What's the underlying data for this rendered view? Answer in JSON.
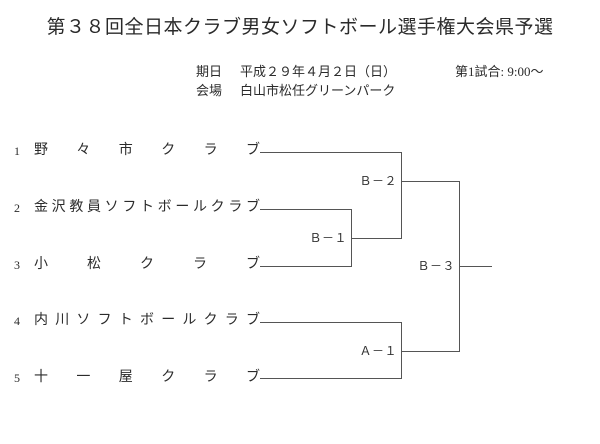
{
  "document": {
    "title": "第３８回全日本クラブ男女ソフトボール選手権大会県予選"
  },
  "header": {
    "date_label": "期日",
    "date_value": "平成２９年４月２日（日）",
    "venue_label": "会場",
    "venue_value": "白山市松任グリーンパーク",
    "first_game": "第1試合: 9:00〜"
  },
  "bracket": {
    "teams": [
      {
        "seed": "1",
        "name": "野々市クラブ"
      },
      {
        "seed": "2",
        "name": "金沢教員ソフトボールクラブ"
      },
      {
        "seed": "3",
        "name": "小松クラブ"
      },
      {
        "seed": "4",
        "name": "内川ソフトボールクラブ"
      },
      {
        "seed": "5",
        "name": "十一屋クラブ"
      }
    ],
    "matches": [
      {
        "id": "B-1",
        "label": "Ｂ－１"
      },
      {
        "id": "B-2",
        "label": "Ｂ－２"
      },
      {
        "id": "A-1",
        "label": "Ａ－１"
      },
      {
        "id": "B-3",
        "label": "Ｂ－３"
      }
    ],
    "line_color": "#555555"
  }
}
